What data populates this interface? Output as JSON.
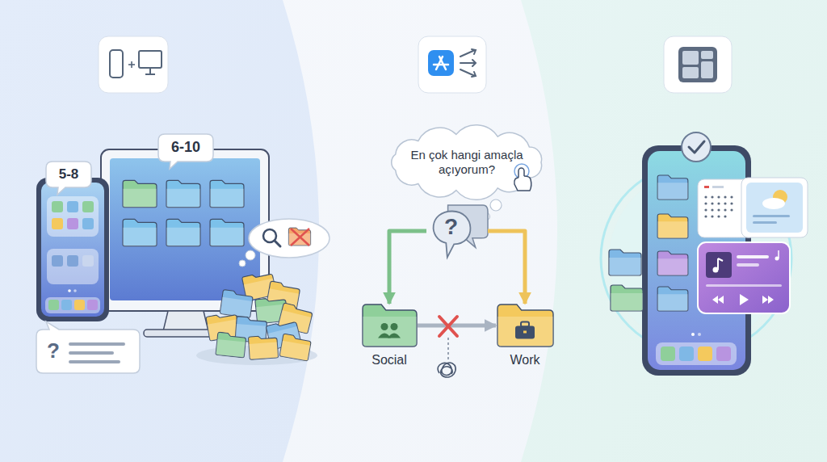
{
  "diagram": {
    "nodes": [
      {
        "text": [
          "5-8"
        ]
      },
      {
        "text": [
          "6-10"
        ]
      },
      {
        "text": [
          "?"
        ]
      },
      {
        "text": [
          "En çok hangi amaçla açıyorum?"
        ]
      },
      {
        "text": [
          "?"
        ]
      },
      {
        "text": [
          "Social"
        ]
      },
      {
        "text": [
          "Work"
        ]
      }
    ],
    "edges": [
      {
        "from": 4,
        "to": 5,
        "arrow": "to"
      },
      {
        "from": 4,
        "to": 6,
        "arrow": "to"
      },
      {
        "from": 5,
        "to": 6,
        "arrow": "to"
      }
    ]
  }
}
